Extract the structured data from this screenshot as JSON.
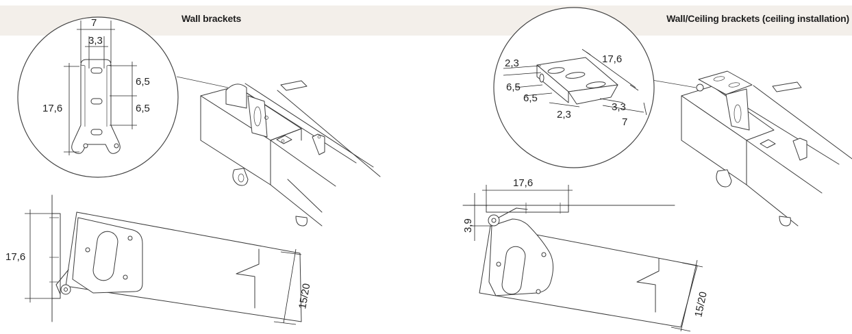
{
  "titles": {
    "left": "Wall brackets",
    "right": "Wall/Ceiling brackets (ceiling installation)"
  },
  "dimensions": {
    "wall_detail": {
      "width": "7",
      "slot_width": "3,3",
      "height": "17,6",
      "slot_pitch_top": "6,5",
      "slot_pitch_bottom": "6,5"
    },
    "wall_side": {
      "height": "17,6",
      "profile": "15/20"
    },
    "ceiling_detail": {
      "length": "17,6",
      "edge_top": "2,3",
      "pitch_a": "6,5",
      "pitch_b": "6,5",
      "edge_bottom": "2,3",
      "slot_width": "3,3",
      "width": "7"
    },
    "ceiling_side": {
      "length": "17,6",
      "offset": "3,9",
      "profile": "15/20"
    }
  }
}
